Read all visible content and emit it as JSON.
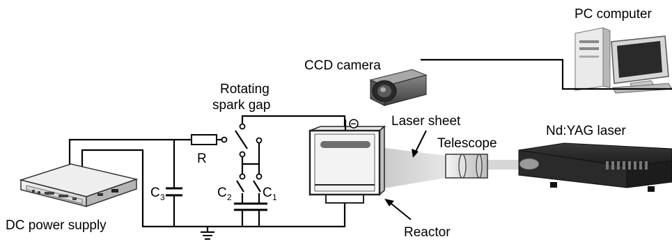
{
  "labels": {
    "pc": "PC computer",
    "ccd": "CCD camera",
    "rotating_line1": "Rotating",
    "rotating_line2": "spark gap",
    "laser_sheet": "Laser sheet",
    "telescope": "Telescope",
    "yag": "Nd:YAG laser",
    "resistor": "R",
    "c3": "C",
    "c3_sub": "3",
    "c2": "C",
    "c2_sub": "2",
    "c1": "C",
    "c1_sub": "1",
    "dc_supply": "DC power supply",
    "reactor": "Reactor",
    "minus_sign": "−"
  }
}
